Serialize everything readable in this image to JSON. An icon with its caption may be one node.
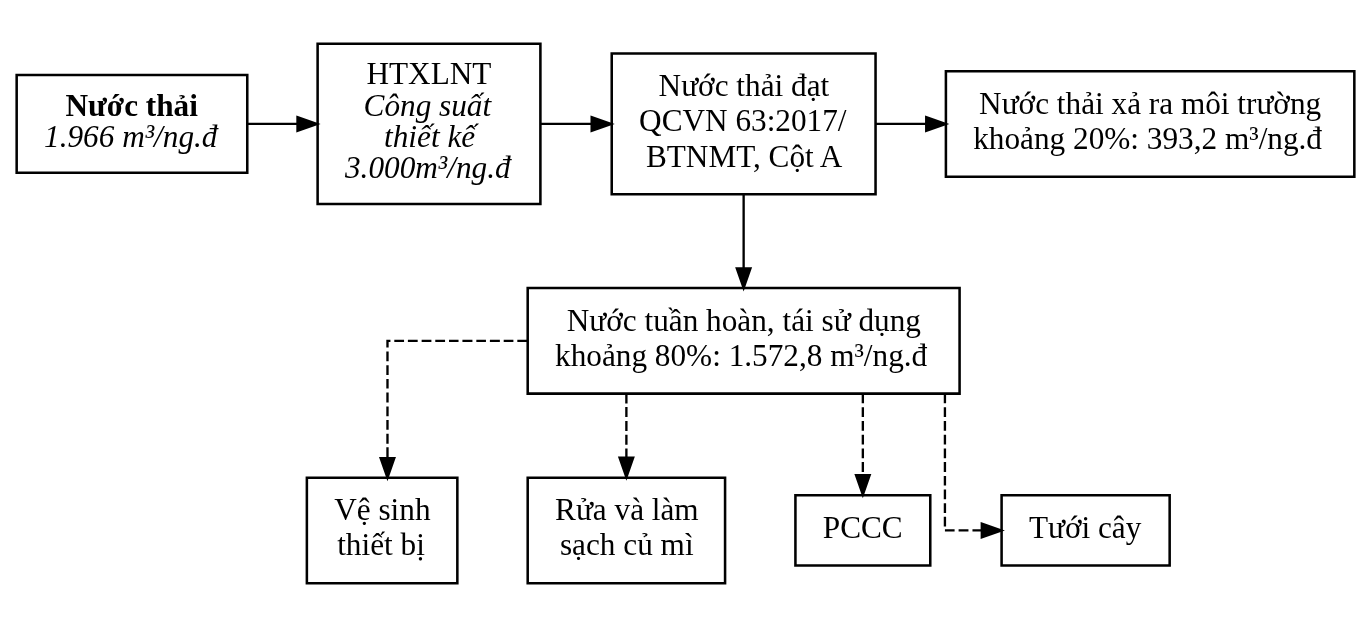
{
  "diagram": {
    "nodes": [
      {
        "text": [
          "Nước thải",
          "1.966 m³/ng.đ"
        ]
      },
      {
        "text": [
          "HTXLNT",
          "Công suất thiết kế 3.000m³/ng.đ"
        ]
      },
      {
        "text": [
          "Nước thải đạt QCVN 63:2017/ BTNMT, Cột A"
        ]
      },
      {
        "text": [
          "Nước thải xả ra môi trường khoảng 20%: 393,2 m³/ng.đ"
        ]
      },
      {
        "text": [
          "Nước tuần hoàn, tái sử dụng khoảng 80%: 1.572,8 m³/ng.đ"
        ]
      },
      {
        "text": [
          "Vệ sinh thiết bị"
        ]
      },
      {
        "text": [
          "Rửa và làm sạch củ mì"
        ]
      },
      {
        "text": [
          "PCCC"
        ]
      },
      {
        "text": [
          "Tưới cây"
        ]
      }
    ],
    "edges": [
      {
        "from": 0,
        "to": 1,
        "arrow": "to"
      },
      {
        "from": 1,
        "to": 2,
        "arrow": "to"
      },
      {
        "from": 2,
        "to": 3,
        "arrow": "to"
      },
      {
        "from": 2,
        "to": 4,
        "arrow": "to"
      },
      {
        "from": 4,
        "to": 5,
        "arrow": "to",
        "style": "dashed"
      },
      {
        "from": 4,
        "to": 6,
        "arrow": "to",
        "style": "dashed"
      },
      {
        "from": 4,
        "to": 7,
        "arrow": "to",
        "style": "dashed"
      },
      {
        "from": 4,
        "to": 8,
        "arrow": "to",
        "style": "dashed"
      }
    ]
  }
}
